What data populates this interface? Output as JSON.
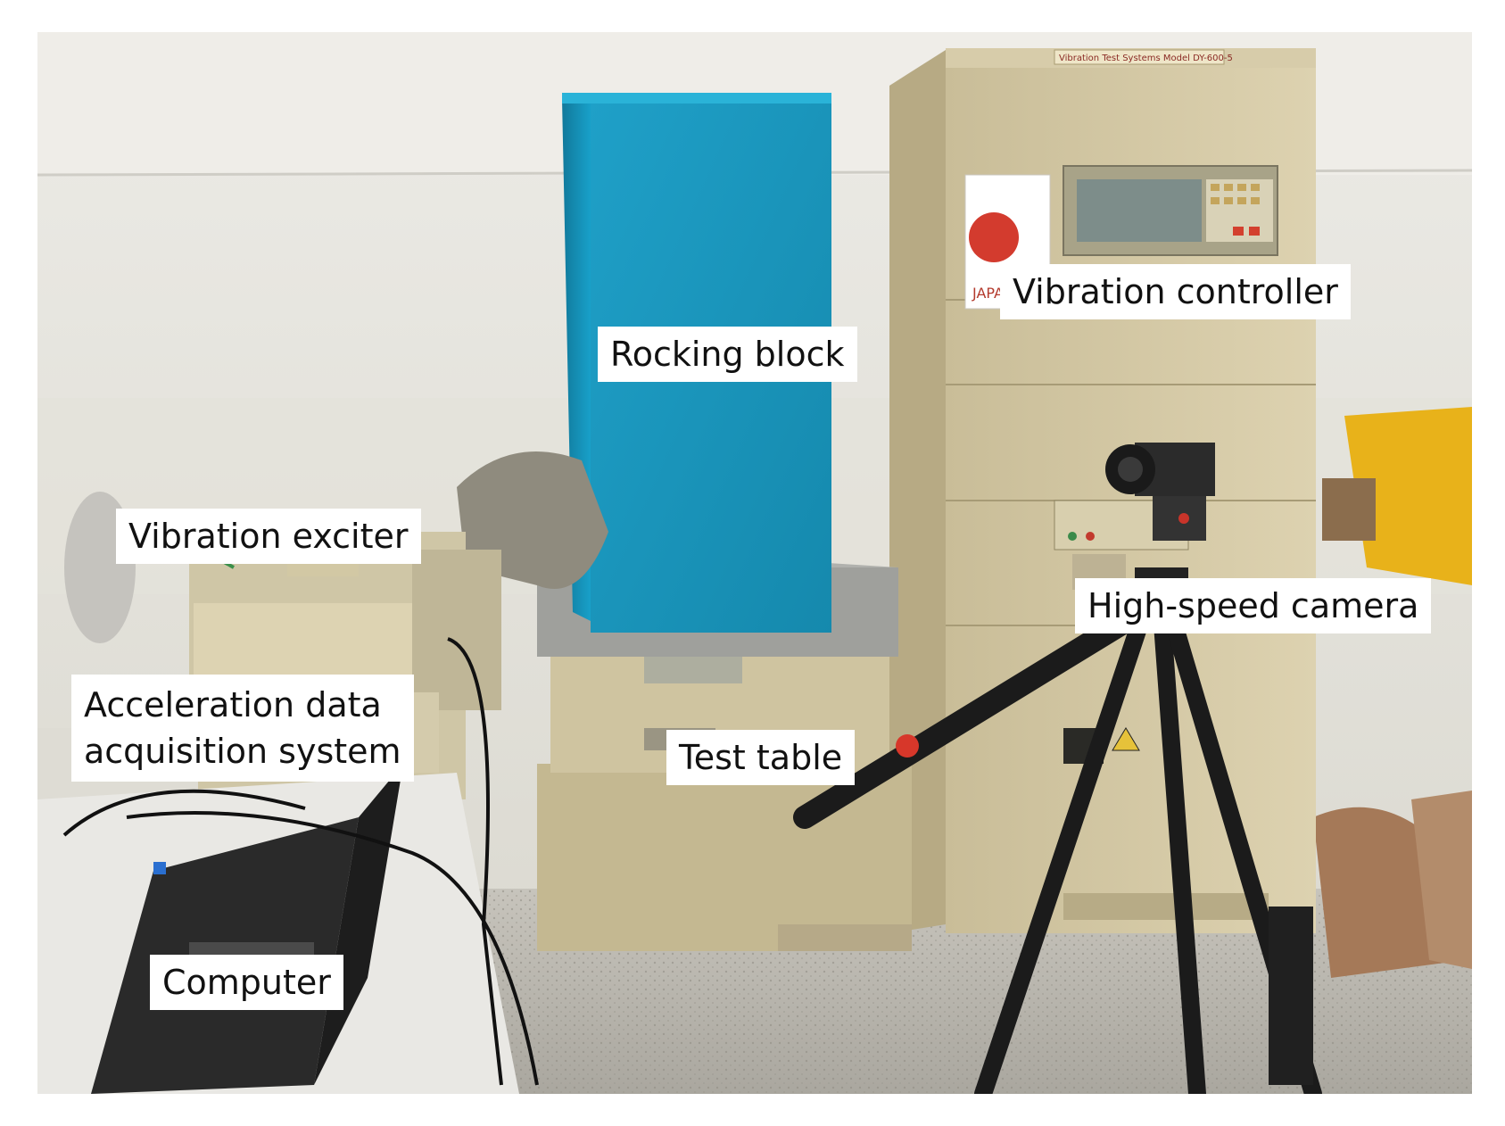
{
  "labels": {
    "rocking_block": "Rocking block",
    "vibration_controller": "Vibration controller",
    "vibration_exciter": "Vibration exciter",
    "high_speed_camera": "High-speed camera",
    "acceleration_line1": "Acceleration data",
    "acceleration_line2": "acquisition system",
    "test_table": "Test table",
    "computer": "Computer"
  },
  "equipment": {
    "cabinet_plate": "Vibration Test Systems Model DY-600-5",
    "cabinet_logo_text": "JAPAN"
  },
  "colors": {
    "wall": "#e8e4d9",
    "block": "#1f9bc2",
    "equipment_beige": "#cfc49c",
    "floor": "#bcb9b0",
    "label_background": "#ffffff"
  }
}
